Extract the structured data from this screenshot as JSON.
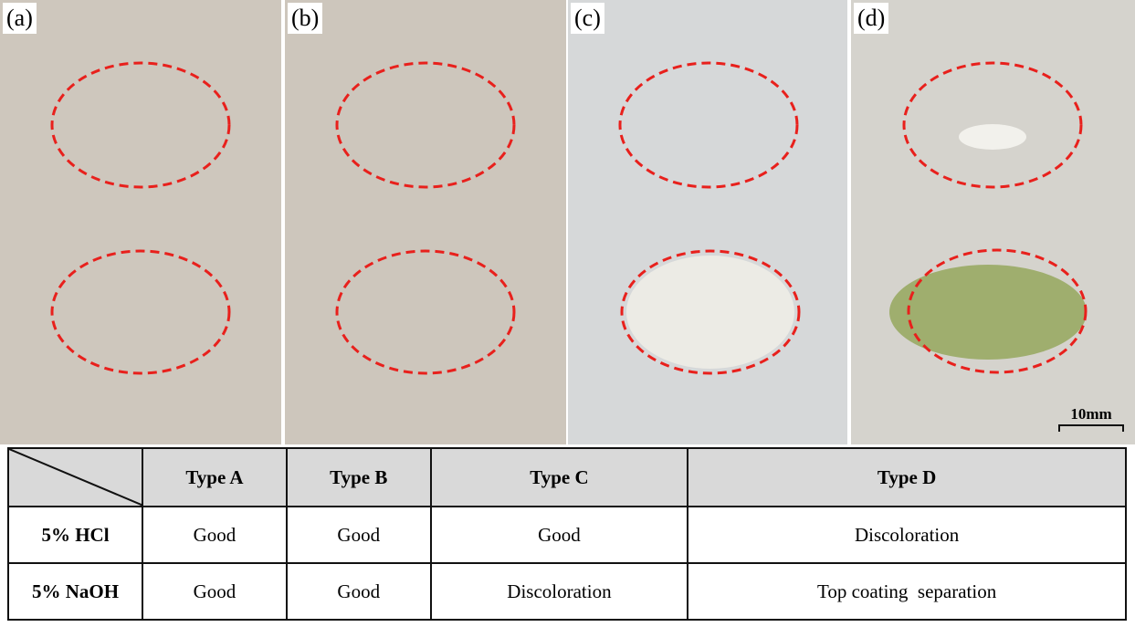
{
  "panels": [
    {
      "label": "(a)",
      "bg": "#cec7bd"
    },
    {
      "label": "(b)",
      "bg": "#cdc6bc"
    },
    {
      "label": "(c)",
      "bg": "#d6d8d9"
    },
    {
      "label": "(d)",
      "bg": "#d5d3cd"
    }
  ],
  "scale_bar": "10mm",
  "table": {
    "columns": [
      "Type A",
      "Type B",
      "Type C",
      "Type D"
    ],
    "rows": [
      {
        "label": "5% HCl",
        "values": [
          "Good",
          "Good",
          "Good",
          "Discoloration"
        ]
      },
      {
        "label": "5% NaOH",
        "values": [
          "Good",
          "Good",
          "Discoloration",
          "Top coating  separation"
        ]
      }
    ]
  }
}
